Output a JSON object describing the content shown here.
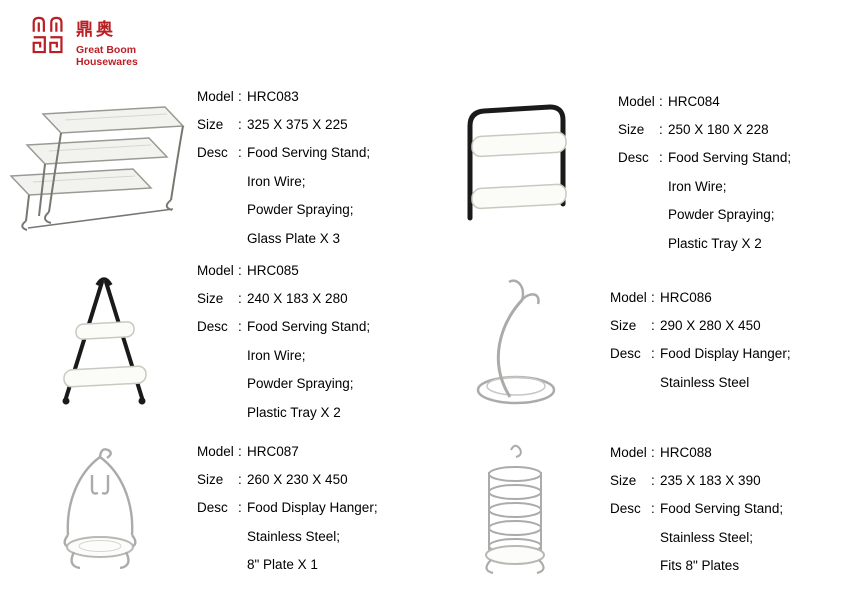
{
  "brand": {
    "chinese": "鼎奥",
    "name_line1": "Great Boom",
    "name_line2": "Housewares",
    "accent_color": "#b92025"
  },
  "labels": {
    "model": "Model",
    "size": "Size",
    "desc": "Desc",
    "colon": ":"
  },
  "products": [
    {
      "model": "HRC083",
      "size": "325 X 375 X 225",
      "desc_lines": [
        "Food Serving Stand;",
        "Iron Wire;",
        "Powder Spraying;",
        "Glass Plate X 3"
      ],
      "image": "three-tier-wire-stand-with-glass-plates"
    },
    {
      "model": "HRC084",
      "size": "250 X 180 X 228",
      "desc_lines": [
        "Food Serving Stand;",
        "Iron Wire;",
        "Powder Spraying;",
        "Plastic Tray X 2"
      ],
      "image": "two-tier-black-frame-stand-with-trays"
    },
    {
      "model": "HRC085",
      "size": "240 X 183 X 280",
      "desc_lines": [
        "Food Serving Stand;",
        "Iron Wire;",
        "Powder Spraying;",
        "Plastic Tray X 2"
      ],
      "image": "a-frame-two-tier-stand-with-trays"
    },
    {
      "model": "HRC086",
      "size": "290 X 280 X 450",
      "desc_lines": [
        "Food Display Hanger;",
        "Stainless Steel"
      ],
      "image": "curved-display-hanger-with-round-base"
    },
    {
      "model": "HRC087",
      "size": "260 X 230 X 450",
      "desc_lines": [
        "Food Display Hanger;",
        "Stainless Steel;",
        "8\" Plate X 1"
      ],
      "image": "display-hanger-with-hooks-and-plate"
    },
    {
      "model": "HRC088",
      "size": "235 X 183 X 390",
      "desc_lines": [
        "Food Serving Stand;",
        "Stainless Steel;",
        "Fits 8\" Plates"
      ],
      "image": "vertical-spiral-plate-rack"
    }
  ]
}
